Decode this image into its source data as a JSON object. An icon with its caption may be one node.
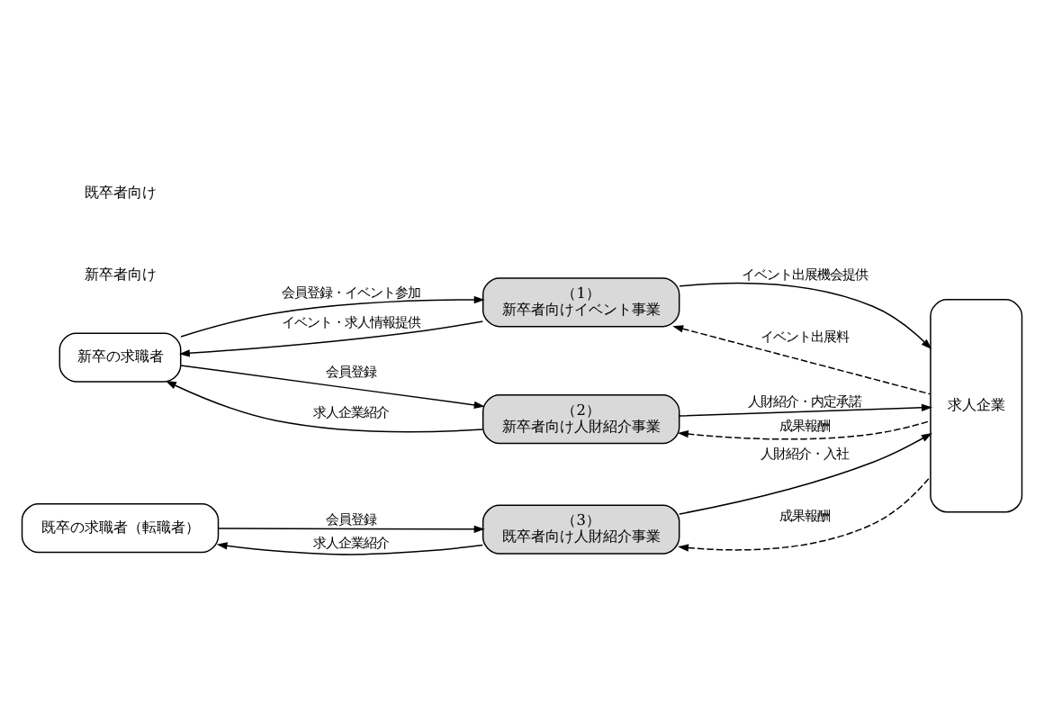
{
  "diagram": {
    "nodes": [
      {
        "text": [
          "新卒の求職者"
        ]
      },
      {
        "text": [
          "（1）",
          "新卒者向けイベント事業"
        ]
      },
      {
        "text": [
          "（2）",
          "新卒者向け人財紹介事業"
        ]
      },
      {
        "text": [
          "求人企業"
        ]
      },
      {
        "text": [
          "既卒の求職者（転職者）"
        ]
      },
      {
        "text": [
          "（3）",
          "既卒者向け人財紹介事業"
        ]
      }
    ],
    "edges": [
      {
        "from": 0,
        "to": 1,
        "arrow": "to",
        "label": "会員登録・イベント参加"
      },
      {
        "from": 1,
        "to": 0,
        "arrow": "to",
        "label": "イベント・求人情報提供"
      },
      {
        "from": 1,
        "to": 3,
        "arrow": "to",
        "label": "イベント出展機会提供"
      },
      {
        "from": 3,
        "to": 1,
        "arrow": "to",
        "label": "イベント出展料",
        "style": "dashed"
      },
      {
        "from": 0,
        "to": 2,
        "arrow": "to",
        "label": "会員登録"
      },
      {
        "from": 2,
        "to": 0,
        "arrow": "to",
        "label": "求人企業紹介"
      },
      {
        "from": 2,
        "to": 3,
        "arrow": "to",
        "label": "人財紹介・内定承諾"
      },
      {
        "from": 3,
        "to": 2,
        "arrow": "to",
        "label": "成果報酬",
        "style": "dashed"
      },
      {
        "from": 4,
        "to": 5,
        "arrow": "to",
        "label": "会員登録"
      },
      {
        "from": 5,
        "to": 4,
        "arrow": "to",
        "label": "求人企業紹介"
      },
      {
        "from": 5,
        "to": 3,
        "arrow": "to",
        "label": "人財紹介・入社"
      },
      {
        "from": 3,
        "to": 5,
        "arrow": "to",
        "label": "成果報酬",
        "style": "dashed"
      }
    ],
    "labels": [
      "新卒者向け",
      "既卒者向け"
    ]
  }
}
